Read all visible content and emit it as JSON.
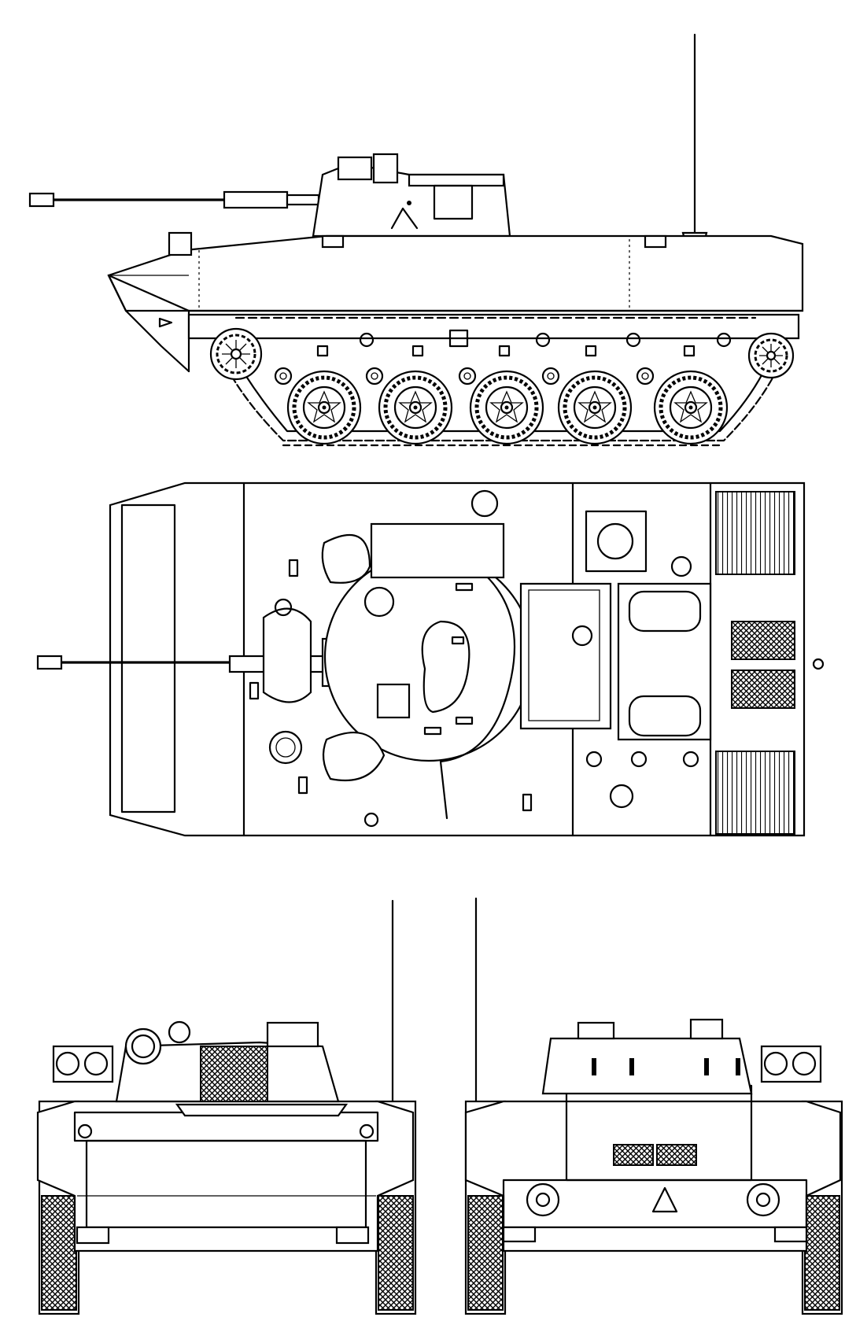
{
  "drawing": {
    "views": [
      "side",
      "top",
      "front",
      "rear"
    ],
    "colors": {
      "line": "#000000",
      "paper": "#ffffff"
    }
  }
}
